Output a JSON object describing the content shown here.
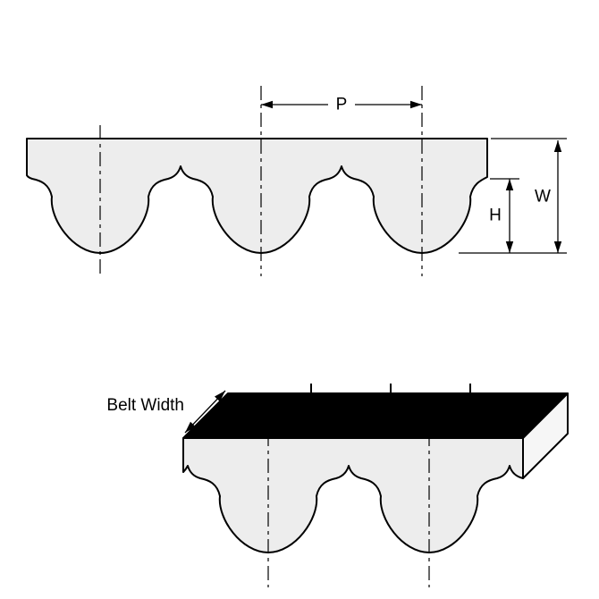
{
  "diagram": {
    "labels": {
      "pitch": "P",
      "overall_depth": "W",
      "tooth_height": "H",
      "belt_width": "Belt Width"
    },
    "colors": {
      "line": "#000000",
      "belt_fill": "#ededed",
      "top_surface_fill": "#000000",
      "end_face_fill": "#f6f6f6",
      "background": "#ffffff"
    }
  }
}
